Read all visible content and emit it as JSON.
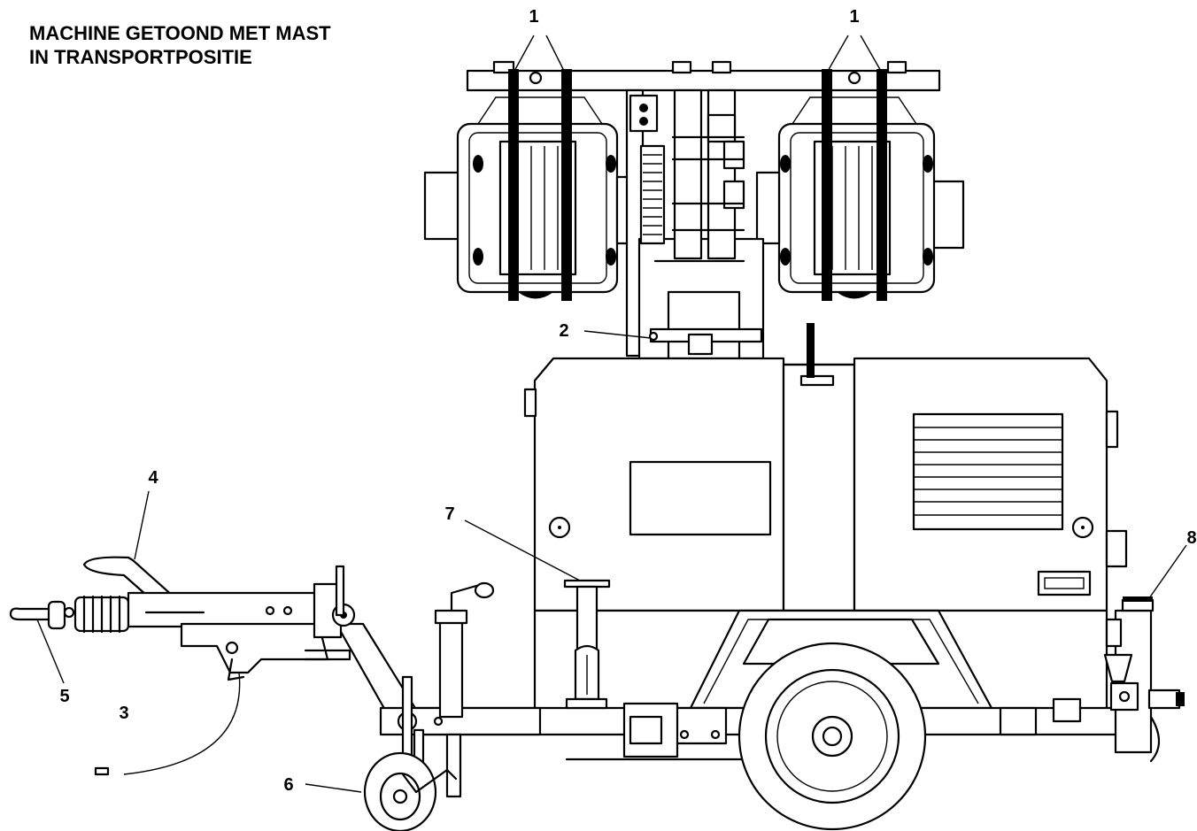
{
  "heading": {
    "line1": "MACHINE GETOOND MET MAST",
    "line2": "IN TRANSPORTPOSITIE"
  },
  "callouts": [
    "1",
    "1",
    "2",
    "3",
    "4",
    "5",
    "6",
    "7",
    "8"
  ]
}
